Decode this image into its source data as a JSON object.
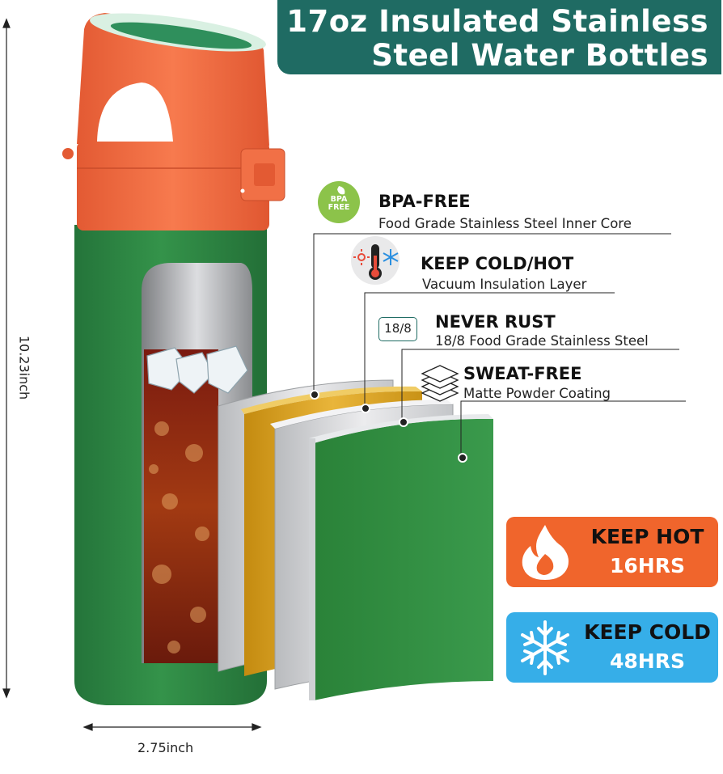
{
  "title": {
    "line1": "17oz Insulated Stainless",
    "line2": "Steel Water Bottles"
  },
  "dimensions": {
    "height": "10.23inch",
    "width": "2.75inch"
  },
  "features": [
    {
      "title": "BPA-FREE",
      "subtitle": "Food Grade Stainless Steel Inner Core",
      "icon": "bpa-free-leaf-icon",
      "icon_text": [
        "BPA",
        "FREE"
      ]
    },
    {
      "title": "KEEP COLD/HOT",
      "subtitle": "Vacuum Insulation Layer",
      "icon": "thermometer-icon"
    },
    {
      "title": "NEVER RUST",
      "subtitle": "18/8 Food Grade Stainless Steel",
      "icon": "grade-box-icon",
      "icon_text": "18/8"
    },
    {
      "title": "SWEAT-FREE",
      "subtitle": "Matte Powder Coating",
      "icon": "layers-icon"
    }
  ],
  "badges": {
    "hot": {
      "title": "KEEP HOT",
      "value": "16HRS",
      "icon": "flame-icon",
      "color": "#f0652c"
    },
    "cold": {
      "title": "KEEP COLD",
      "value": "48HRS",
      "icon": "snowflake-icon",
      "color": "#36aee8"
    }
  },
  "colors": {
    "banner": "#1f6b63",
    "bottle_body": "#2e8a43",
    "bottle_cap": "#f0663c",
    "gold_layer": "#d9a21c"
  }
}
